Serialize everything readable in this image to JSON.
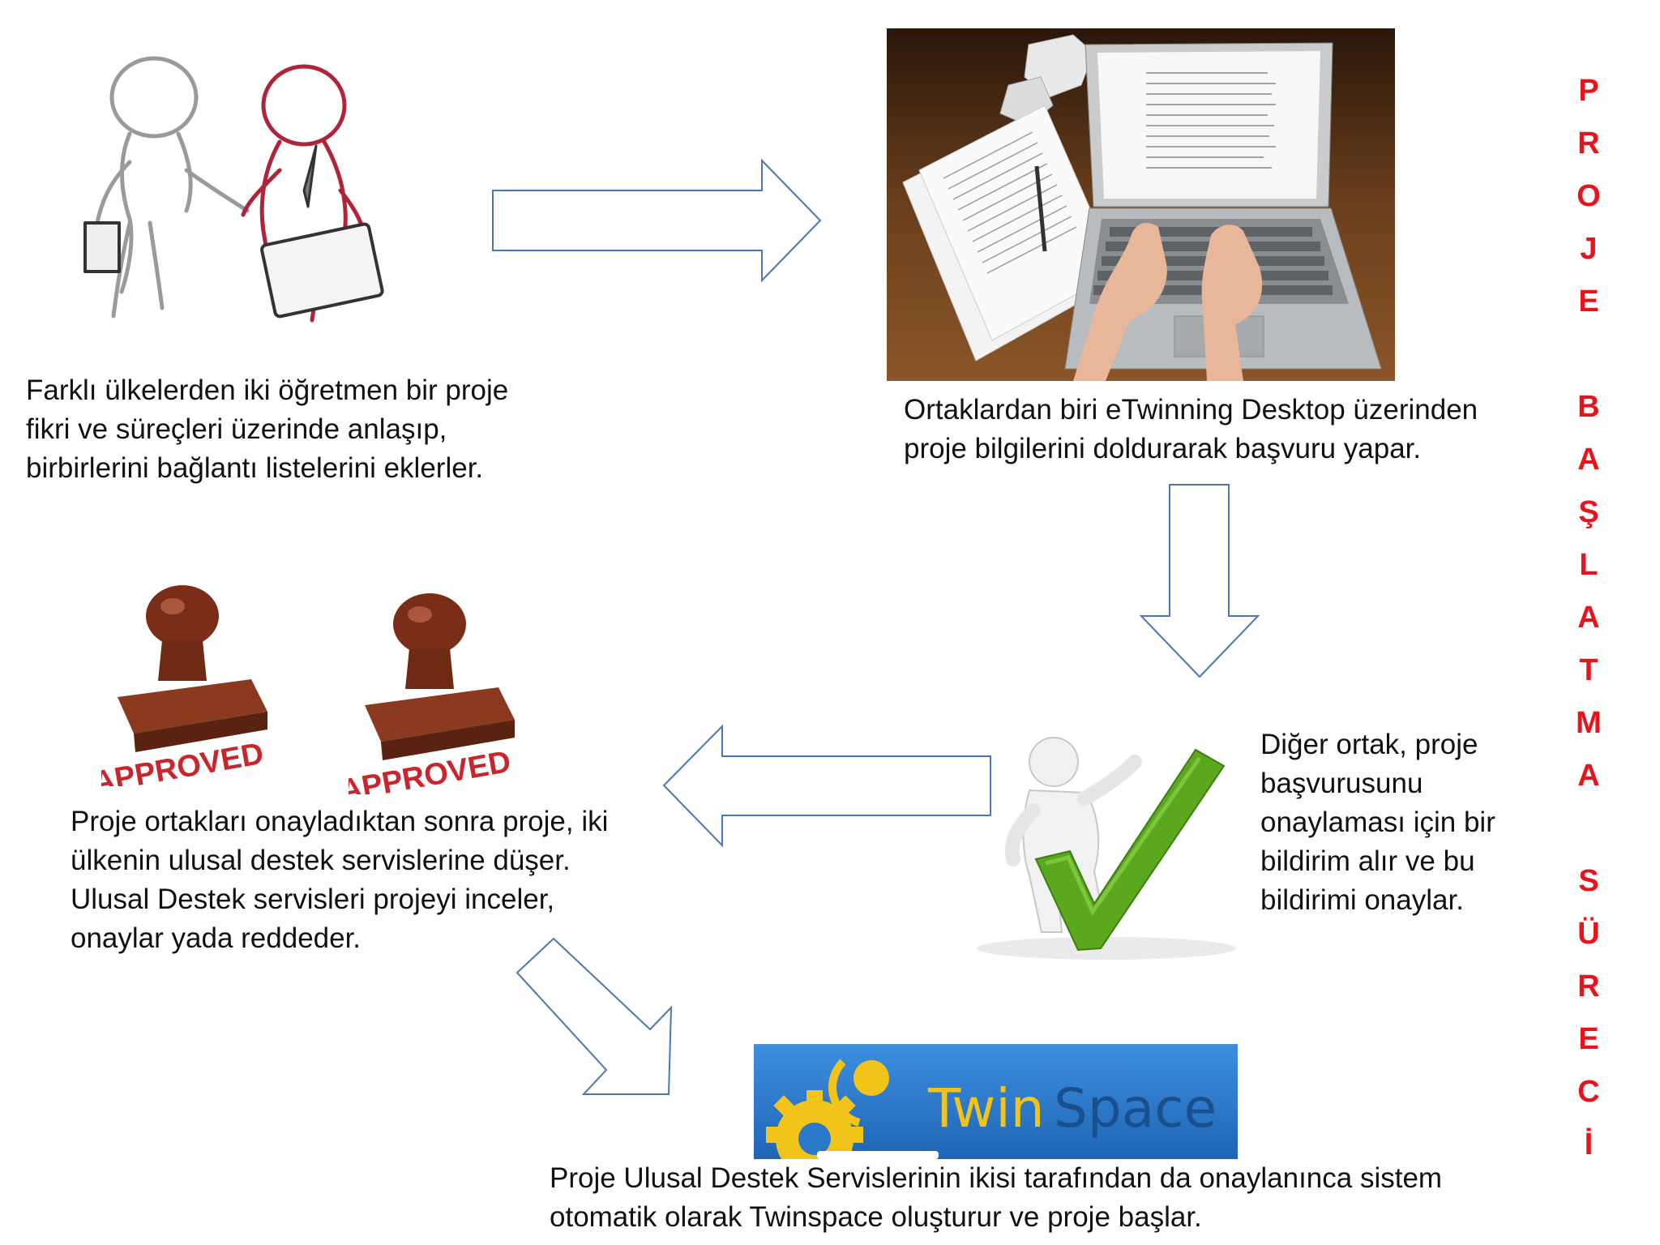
{
  "step1": {
    "image_icon": "handshake-teachers-icon",
    "lines": [
      "Farklı ülkelerden iki öğretmen bir proje",
      "fikri ve süreçleri üzerinde anlaşıp,",
      "birbirlerini bağlantı listelerini eklerler."
    ]
  },
  "step2": {
    "image_icon": "laptop-typing-icon",
    "lines": [
      "Ortaklardan biri eTwinning Desktop üzerinden",
      "proje bilgilerini doldurarak başvuru yapar."
    ]
  },
  "step3": {
    "image_icon": "checkmark-person-icon",
    "lines": [
      "Diğer ortak, proje",
      "başvurusunu",
      "onaylaması için bir",
      "bildirim alır ve bu",
      "bildirimi onaylar."
    ]
  },
  "step4": {
    "image_icon": "approved-stamp-icon",
    "stamp_text": "APPROVED",
    "lines": [
      "Proje ortakları onayladıktan sonra proje, iki",
      "ülkenin ulusal destek servislerine düşer.",
      "Ulusal Destek servisleri projeyi inceler,",
      "onaylar yada reddeder."
    ]
  },
  "step5": {
    "image_icon": "twinspace-logo-icon",
    "logo_text_twin": "Twin",
    "logo_text_space": "Space",
    "lines": [
      "Proje Ulusal Destek Servislerinin ikisi tarafından da onaylanınca sistem",
      "otomatik olarak Twinspace oluşturur ve proje başlar."
    ]
  },
  "vertical_title": {
    "text": "PROJE BAŞLATMA SÜRECİ",
    "letters": [
      "P",
      "R",
      "O",
      "J",
      "E",
      " ",
      "B",
      "A",
      "Ş",
      "L",
      "A",
      "T",
      "M",
      "A",
      " ",
      "S",
      "Ü",
      "R",
      "E",
      "C",
      "İ"
    ],
    "color": "#e8141c"
  },
  "colors": {
    "arrow_stroke": "#4a76b8",
    "caption_text": "#111111",
    "checkmark_green": "#5aa81e",
    "stamp_red": "#c8262c",
    "twinspace_blue": "#2a78c8",
    "gear_yellow": "#f2c318"
  }
}
